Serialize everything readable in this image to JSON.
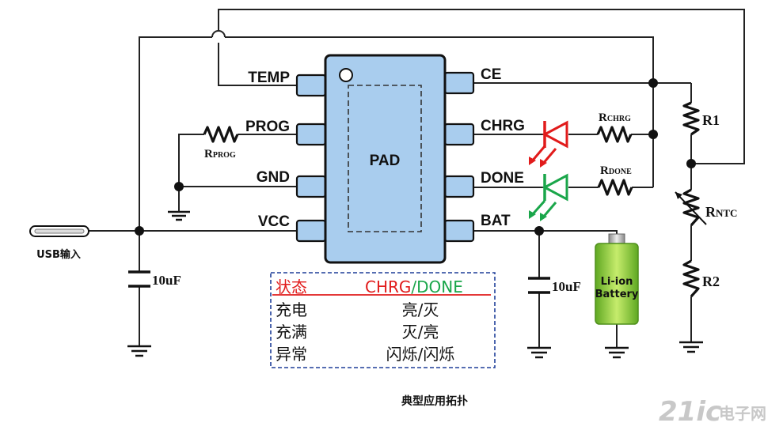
{
  "chip": {
    "center_label": "PAD",
    "left_pins": [
      "TEMP",
      "PROG",
      "GND",
      "VCC"
    ],
    "right_pins": [
      "CE",
      "CHRG",
      "DONE",
      "BAT"
    ]
  },
  "components": {
    "r_prog": {
      "main": "R",
      "sub": "PROG"
    },
    "r_chrg": {
      "main": "R",
      "sub": "CHRG"
    },
    "r_done": {
      "main": "R",
      "sub": "DONE"
    },
    "r1": "R1",
    "r_ntc": {
      "main": "R",
      "sub": "NTC"
    },
    "r2": "R2",
    "cap_input": "10uF",
    "cap_output": "10uF",
    "battery": [
      "Li-ion",
      "Battery"
    ],
    "usb_input": "USB输入"
  },
  "status_table": {
    "header": {
      "state": "状态",
      "chrg": "CHRG",
      "slash": "/",
      "done": "DONE"
    },
    "rows": [
      {
        "state": "充电",
        "value": "亮/灭"
      },
      {
        "state": "充满",
        "value": "灭/亮"
      },
      {
        "state": "异常",
        "value": "闪烁/闪烁"
      }
    ]
  },
  "caption": "典型应用拓扑",
  "watermark": {
    "logo": "21ic",
    "text": "电子网"
  },
  "colors": {
    "chip_fill": "#a9cdee",
    "chrg_led": "#e11b1b",
    "done_led": "#1aa64a",
    "table_border": "#1f3f99",
    "battery_green": "#8fcf3c"
  }
}
